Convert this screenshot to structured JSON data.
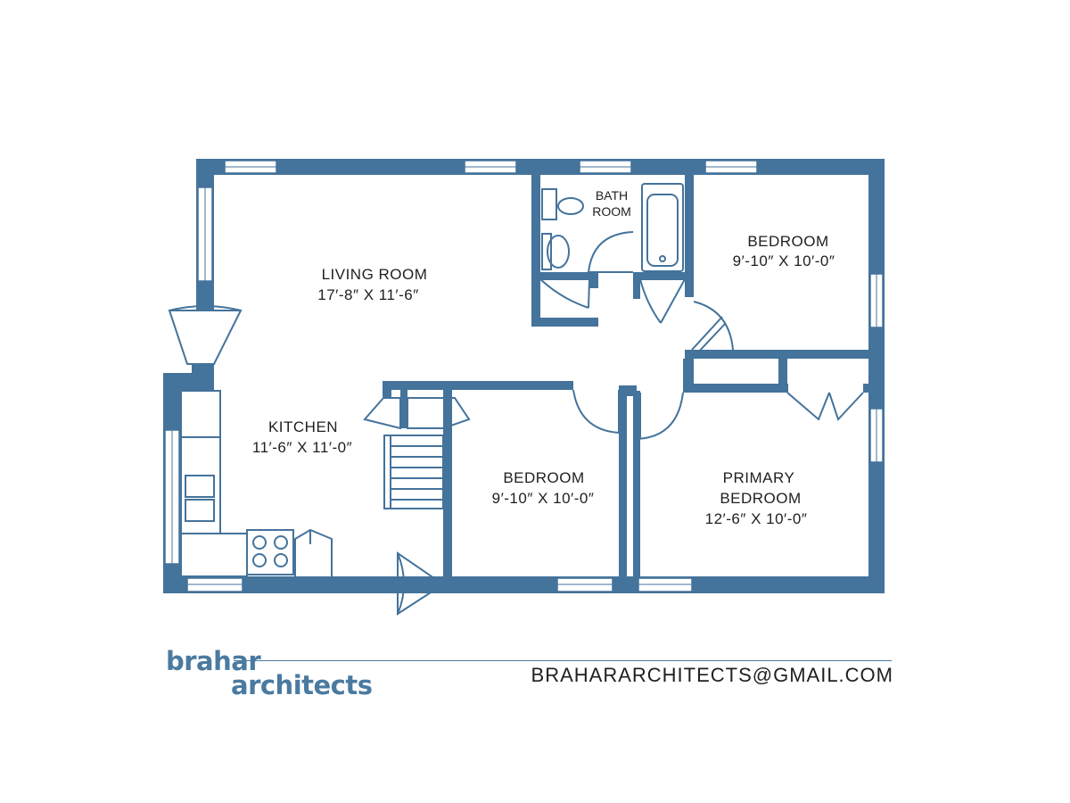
{
  "colors": {
    "wall": "#44739b",
    "window_fill": "#ffffff",
    "label": "#1f1f1f"
  },
  "rooms": {
    "living_room": {
      "name": "LIVING ROOM",
      "size": "17′-8″ X 11′-6″"
    },
    "bath": {
      "line1": "BATH",
      "line2": "ROOM"
    },
    "bedroom_ne": {
      "name": "BEDROOM",
      "size": "9′-10″ X 10′-0″"
    },
    "kitchen": {
      "name": "KITCHEN",
      "size": "11′-6″ X 11′-0″"
    },
    "bedroom_center": {
      "name": "BEDROOM",
      "size": "9′-10″ X 10′-0″"
    },
    "primary_bedroom": {
      "line1": "PRIMARY",
      "line2": "BEDROOM",
      "size": "12′-6″ X 10′-0″"
    }
  },
  "footer": {
    "logo_line1": "brahar",
    "logo_line2": "architects",
    "email": "BRAHARARCHITECTS@GMAIL.COM"
  }
}
